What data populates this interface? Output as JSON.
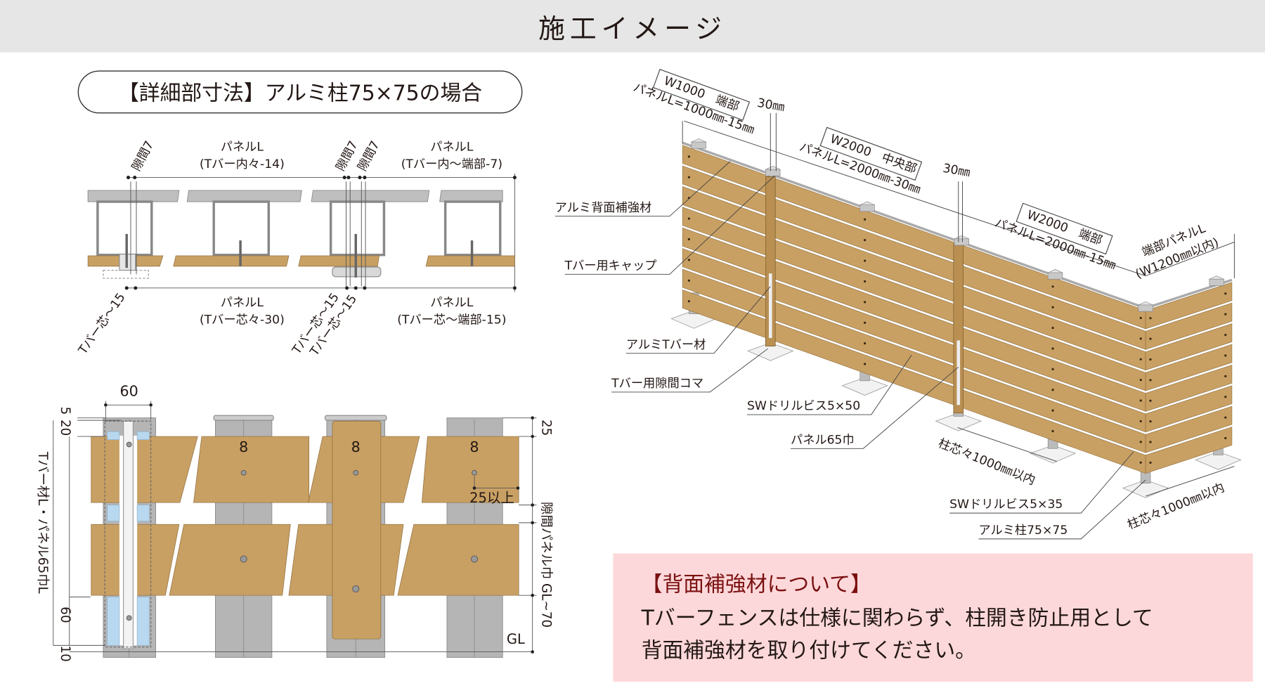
{
  "header": {
    "title": "施工イメージ"
  },
  "detail": {
    "title": "【詳細部寸法】アルミ柱75×75の場合",
    "top_labels": {
      "gap1": "隙間7",
      "gap2": "隙間7",
      "gap3": "隙間7",
      "panel_a": "パネルL",
      "panel_a_note": "(Tバー内々-14)",
      "panel_b": "パネルL",
      "panel_b_note": "(Tバー内～端部-7)",
      "panel_c": "パネルL",
      "panel_c_note": "(Tバー芯々-30)",
      "panel_d": "パネルL",
      "panel_d_note": "(Tバー芯～端部-15)",
      "tbar1": "Tバー芯～15",
      "tbar2": "Tバー芯～15",
      "tbar3": "Tバー芯～15"
    },
    "bottom_labels": {
      "width60": "60",
      "d5": "5",
      "d20": "20",
      "tbar_length": "Tバー材L・パネル65巾L",
      "d60": "60",
      "d10": "10",
      "d25": "25",
      "hole1": "8",
      "hole2": "8",
      "hole3": "8",
      "min25": "25以上",
      "gap_ground": "隙間パネル巾 GL~70",
      "gl": "GL"
    }
  },
  "fence": {
    "w1000_end": "W1000　端部",
    "panel_1000": "パネルL=1000㎜-15㎜",
    "gap30_a": "30㎜",
    "w2000_center": "W2000　中央部",
    "panel_2000_30": "パネルL=2000㎜-30㎜",
    "gap30_b": "30㎜",
    "w2000_end": "W2000　端部",
    "panel_2000_15": "パネルL=2000㎜-15㎜",
    "end_panel": "端部パネルL",
    "end_panel_note": "(W1200㎜以内)",
    "pitch1": "柱芯々1000㎜以内",
    "pitch2": "柱芯々1000㎜以内",
    "parts": {
      "reinforcement": "アルミ背面補強材",
      "cap": "Tバー用キャップ",
      "tbar": "アルミTバー材",
      "spacer": "Tバー用隙間コマ",
      "screw50": "SWドリルビス5×50",
      "panel65": "パネル65巾",
      "screw35": "SWドリルビス5×35",
      "post": "アルミ柱75×75"
    }
  },
  "notice": {
    "title": "【背面補強材について】",
    "line1": "Tバーフェンスは仕様に関わらず、柱開き防止用として",
    "line2": "背面補強材を取り付けてください。"
  },
  "colors": {
    "header_bg": "#e6e6e6",
    "wood": "#c9a063",
    "notice_bg": "#fdd8da",
    "notice_title": "#7a1010"
  }
}
